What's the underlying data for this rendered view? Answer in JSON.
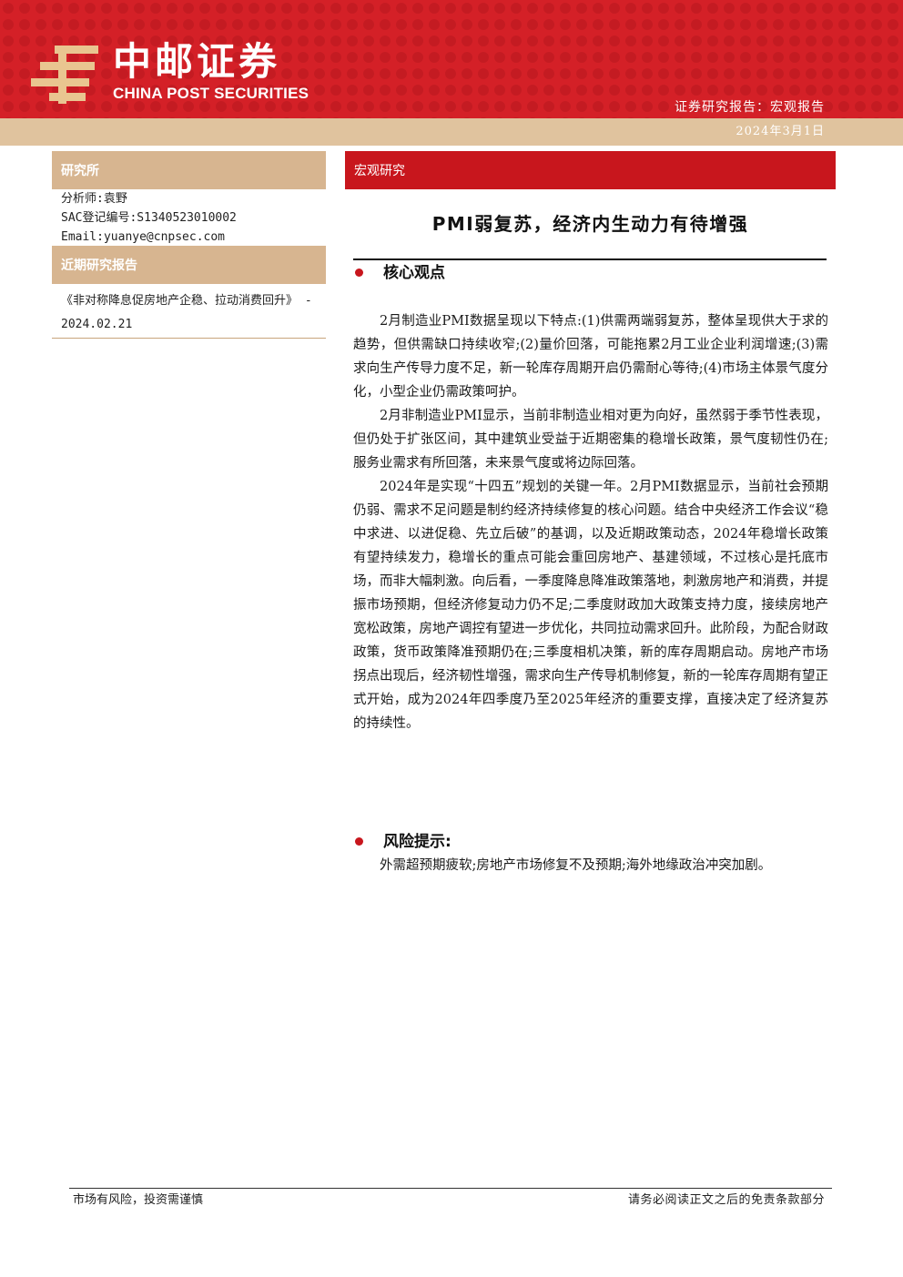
{
  "header": {
    "brand_cn": "中邮证券",
    "brand_en": "CHINA POST SECURITIES",
    "report_type": "证券研究报告：宏观报告",
    "date": "2024年3月1日",
    "colors": {
      "banner_red": "#d42027",
      "tan": "#e0c39e",
      "accent_red": "#c8161d"
    }
  },
  "sidebar": {
    "institute_header": "研究所",
    "analyst": "分析师:袁野",
    "sac": "SAC登记编号:S1340523010002",
    "email": "Email:yuanye@cnpsec.com",
    "recent_header": "近期研究报告",
    "recent_report": "《非对称降息促房地产企稳、拉动消费回升》 - 2024.02.21"
  },
  "main": {
    "section_label": "宏观研究",
    "title": "PMI弱复苏，经济内生动力有待增强",
    "core_heading": "核心观点",
    "paragraphs": [
      "2月制造业PMI数据呈现以下特点:(1)供需两端弱复苏，整体呈现供大于求的趋势，但供需缺口持续收窄;(2)量价回落，可能拖累2月工业企业利润增速;(3)需求向生产传导力度不足，新一轮库存周期开启仍需耐心等待;(4)市场主体景气度分化，小型企业仍需政策呵护。",
      "2月非制造业PMI显示，当前非制造业相对更为向好，虽然弱于季节性表现，但仍处于扩张区间，其中建筑业受益于近期密集的稳增长政策，景气度韧性仍在;服务业需求有所回落，未来景气度或将边际回落。",
      "2024年是实现“十四五”规划的关键一年。2月PMI数据显示，当前社会预期仍弱、需求不足问题是制约经济持续修复的核心问题。结合中央经济工作会议“稳中求进、以进促稳、先立后破”的基调，以及近期政策动态，2024年稳增长政策有望持续发力，稳增长的重点可能会重回房地产、基建领域，不过核心是托底市场，而非大幅刺激。向后看，一季度降息降准政策落地，刺激房地产和消费，并提振市场预期，但经济修复动力仍不足;二季度财政加大政策支持力度，接续房地产宽松政策，房地产调控有望进一步优化，共同拉动需求回升。此阶段，为配合财政政策，货币政策降准预期仍在;三季度相机决策，新的库存周期启动。房地产市场拐点出现后，经济韧性增强，需求向生产传导机制修复，新的一轮库存周期有望正式开始，成为2024年四季度乃至2025年经济的重要支撑，直接决定了经济复苏的持续性。"
    ],
    "risk_heading": "风险提示:",
    "risk_text": "外需超预期疲软;房地产市场修复不及预期;海外地缘政治冲突加剧。"
  },
  "footer": {
    "left": "市场有风险，投资需谨慎",
    "right": "请务必阅读正文之后的免责条款部分"
  }
}
